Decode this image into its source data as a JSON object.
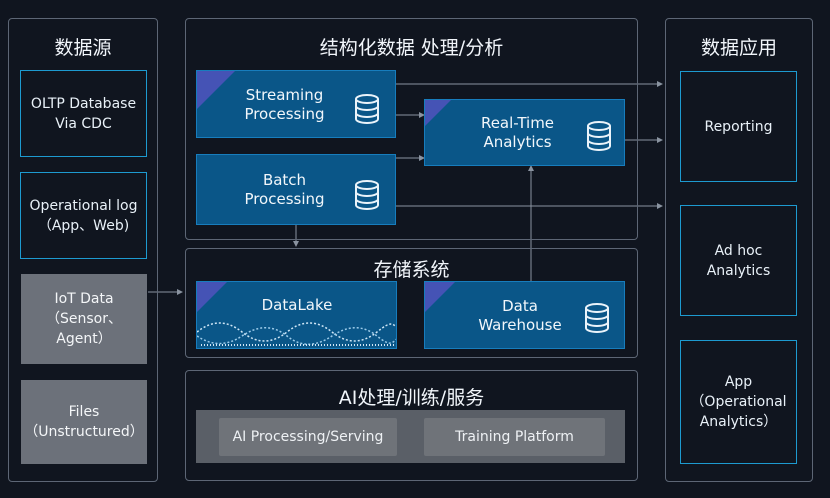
{
  "left": {
    "title": "数据源",
    "items": [
      "OLTP Database\nVia CDC",
      "Operational log\n（App、Web)",
      "IoT Data\n（Sensor、\nAgent）",
      "Files\n（Unstructured）"
    ]
  },
  "middle": {
    "title": "结构化数据 处理/分析",
    "streaming": "Streaming\nProcessing",
    "batch": "Batch\nProcessing",
    "realtime": "Real-Time\nAnalytics"
  },
  "storage": {
    "title": "存储系统",
    "datalake": "DataLake",
    "warehouse": "Data\nWarehouse"
  },
  "ai": {
    "title": "AI处理/训练/服务",
    "processing": "AI Processing/Serving",
    "training": "Training Platform"
  },
  "right": {
    "title": "数据应用",
    "items": [
      "Reporting",
      "Ad hoc\nAnalytics",
      "App\n（Operational\nAnalytics）"
    ]
  },
  "colors": {
    "accent": "#1d9ad0",
    "box_fill": "#0a5688",
    "corner": "#4553b5",
    "grey_box": "#6c717a",
    "arrow": "#8a93a0"
  },
  "icons": [
    "database-icon",
    "wave-icon"
  ]
}
